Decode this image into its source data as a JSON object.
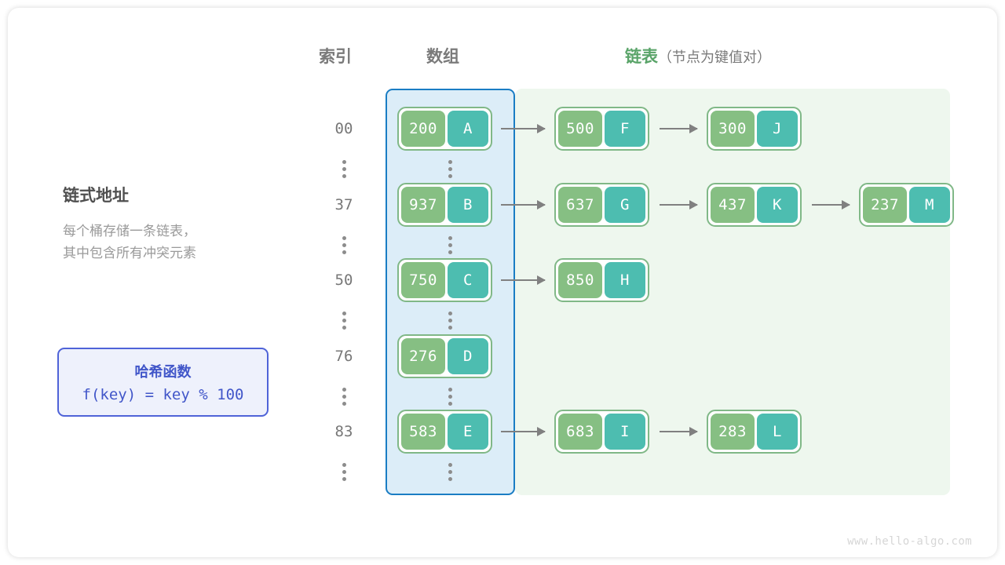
{
  "headings": {
    "index": "索引",
    "array": "数组",
    "list_main": "链表",
    "list_sub": "（节点为键值对）"
  },
  "description": {
    "title": "链式地址",
    "body": "每个桶存储一条链表，\n其中包含所有冲突元素"
  },
  "hash_function": {
    "title": "哈希函数",
    "formula": "f(key) = key % 100"
  },
  "colors": {
    "array_panel_bg": "#dcedf8",
    "array_panel_border": "#1a7dc4",
    "list_panel_bg": "#eef7ee",
    "node_border": "#80b887",
    "key_cell": "#86bf83",
    "value_cell": "#4dbdb0",
    "arrow": "#808080",
    "heading_gray": "#7a7a7a",
    "heading_green": "#5aa469",
    "hash_accent": "#4156c9"
  },
  "ellipsis_glyph": "⋮",
  "buckets": [
    {
      "index": "00",
      "nodes": [
        {
          "key": "200",
          "value": "A"
        },
        {
          "key": "500",
          "value": "F"
        },
        {
          "key": "300",
          "value": "J"
        }
      ]
    },
    {
      "index": "37",
      "nodes": [
        {
          "key": "937",
          "value": "B"
        },
        {
          "key": "637",
          "value": "G"
        },
        {
          "key": "437",
          "value": "K"
        },
        {
          "key": "237",
          "value": "M"
        }
      ]
    },
    {
      "index": "50",
      "nodes": [
        {
          "key": "750",
          "value": "C"
        },
        {
          "key": "850",
          "value": "H"
        }
      ]
    },
    {
      "index": "76",
      "nodes": [
        {
          "key": "276",
          "value": "D"
        }
      ]
    },
    {
      "index": "83",
      "nodes": [
        {
          "key": "583",
          "value": "E"
        },
        {
          "key": "683",
          "value": "I"
        },
        {
          "key": "283",
          "value": "L"
        }
      ]
    }
  ],
  "watermark": "www.hello-algo.com"
}
